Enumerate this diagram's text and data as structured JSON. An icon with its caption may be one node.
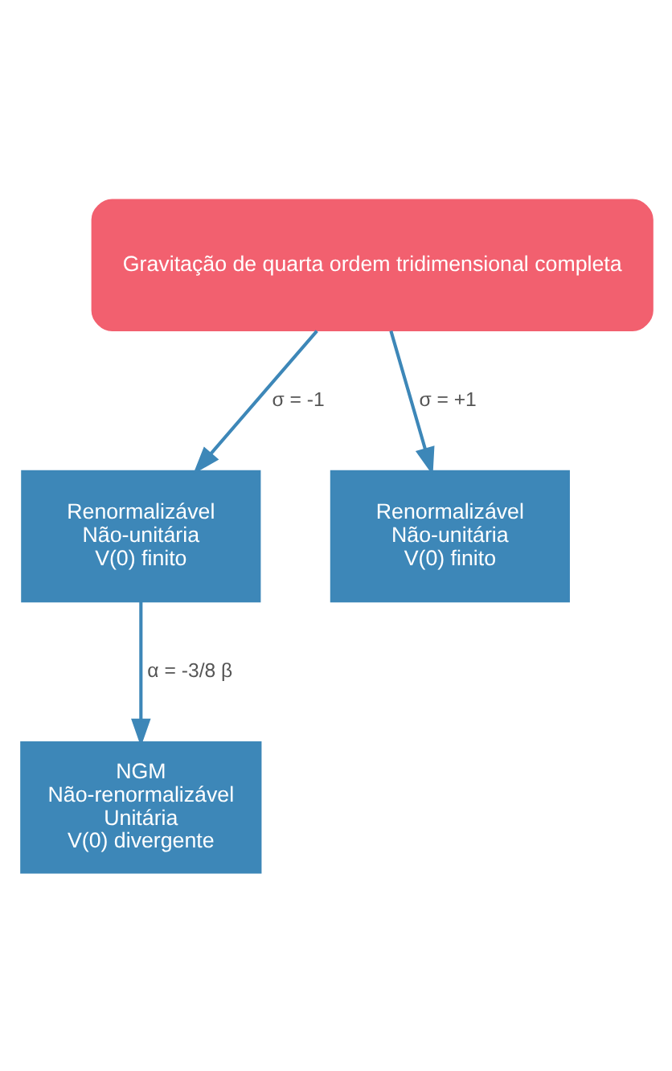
{
  "diagram": {
    "nodes": [
      {
        "text": [
          "Gravitação de quarta ordem tridimensional completa"
        ]
      },
      {
        "text": [
          "Renormalizável",
          "Não-unitária",
          "V(0) finito"
        ]
      },
      {
        "text": [
          "Renormalizável",
          "Não-unitária",
          "V(0) finito"
        ]
      },
      {
        "text": [
          "NGM",
          "Não-renormalizável",
          "Unitária",
          "V(0) divergente"
        ]
      }
    ],
    "edges": [
      {
        "from": 0,
        "to": 1,
        "arrow": "to",
        "label": "σ = -1"
      },
      {
        "from": 0,
        "to": 2,
        "arrow": "to",
        "label": "σ = +1"
      },
      {
        "from": 1,
        "to": 3,
        "arrow": "to",
        "label": "α = -3/8 β"
      }
    ]
  }
}
